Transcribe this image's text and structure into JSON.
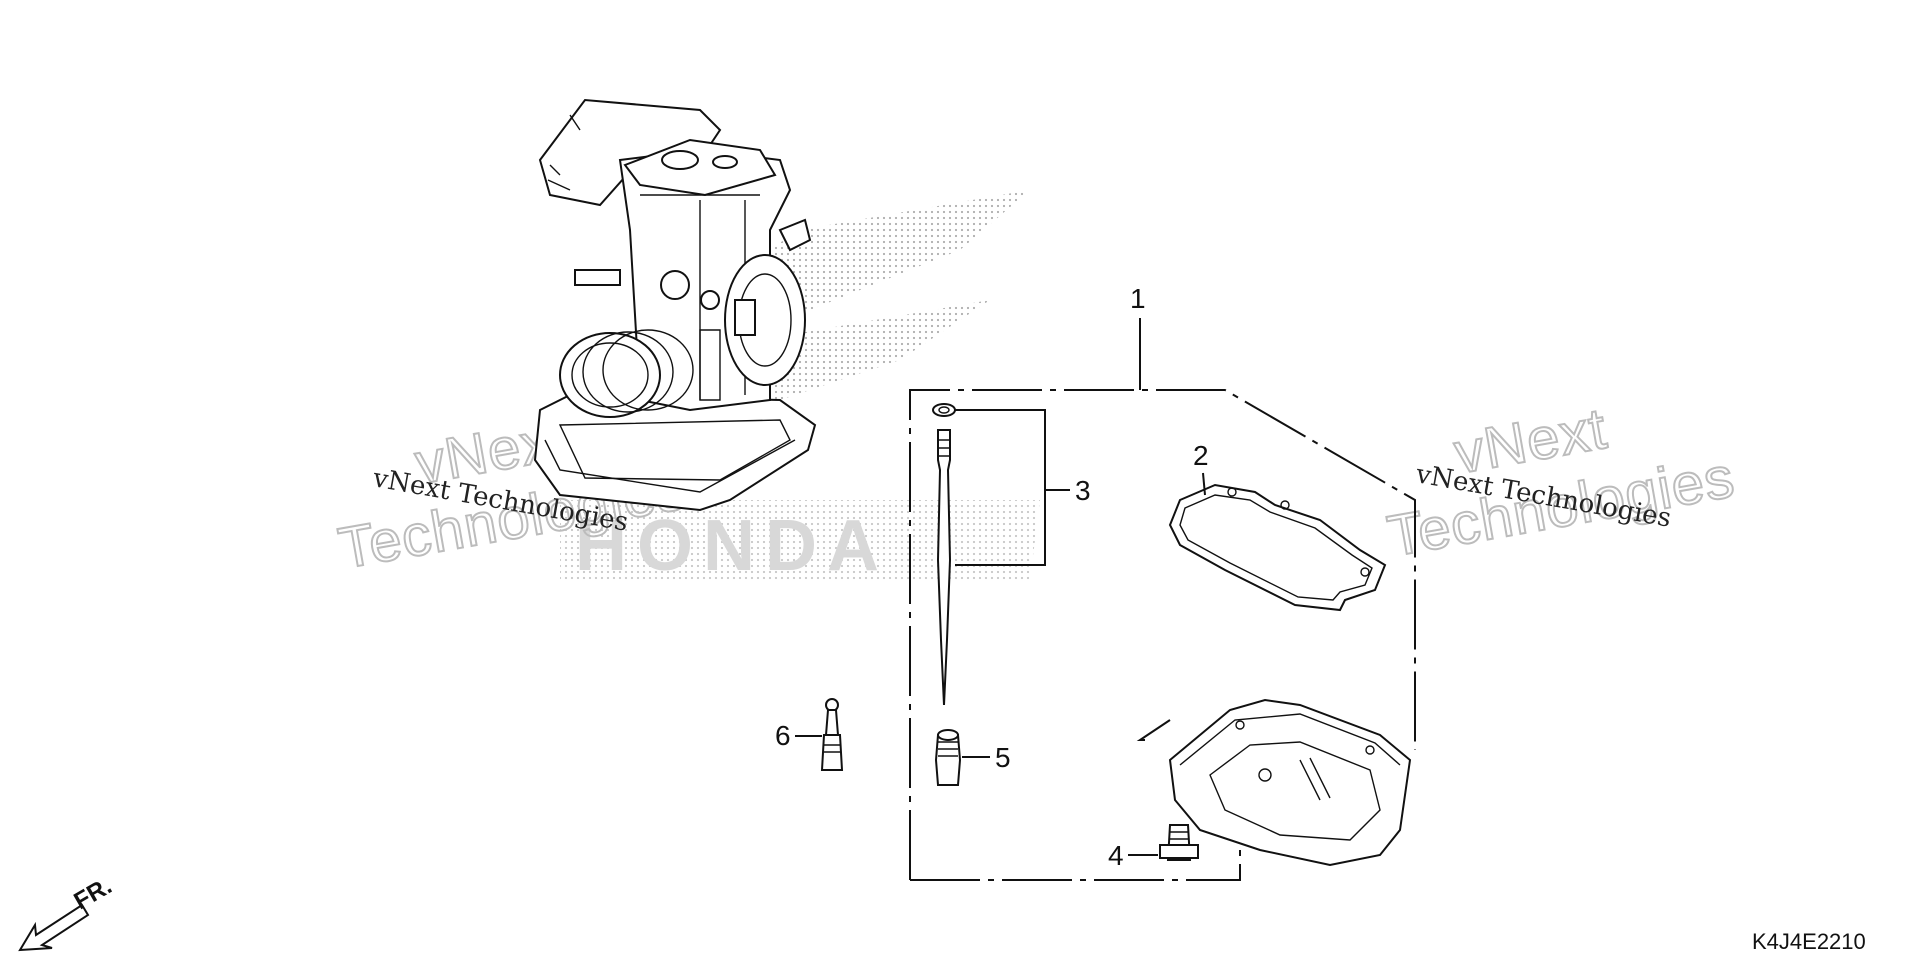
{
  "callouts": [
    "1",
    "2",
    "3",
    "4",
    "5",
    "6"
  ],
  "watermarks": {
    "left_small": "vNext Technologies",
    "left_big_line1": "vNext",
    "left_big_line2": "Technologies",
    "right_small": "vNext Technologies",
    "right_big_line1": "vNext",
    "right_big_line2": "Technologies",
    "logo_text": "HONDA"
  },
  "direction": {
    "label": "FR."
  },
  "diagram_id": "K4J4E2210"
}
